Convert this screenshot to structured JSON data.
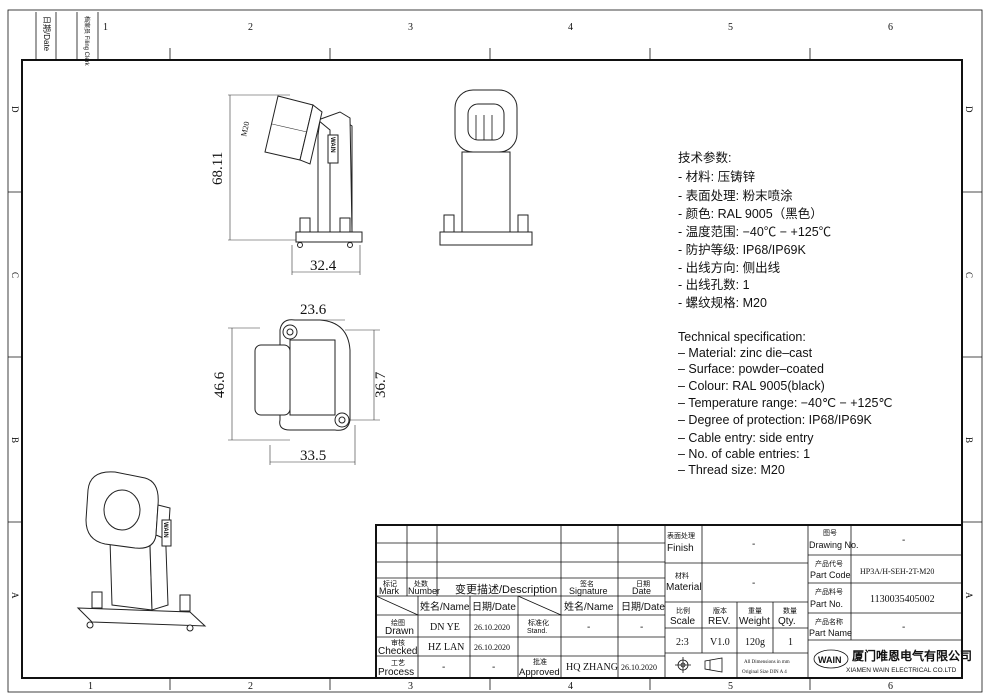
{
  "frame": {
    "columns": [
      "1",
      "2",
      "3",
      "4",
      "5",
      "6"
    ],
    "rows": [
      "D",
      "C",
      "B",
      "A"
    ],
    "corner_box": {
      "date_label": "日期/Date",
      "filing_label": "档案员 Filing Clerk"
    }
  },
  "dimensions": {
    "height": "68.11",
    "base_width": "32.4",
    "top_width": "23.6",
    "plan_height": "46.6",
    "hole_spacing": "36.7",
    "plan_width": "33.5",
    "thread": "M20"
  },
  "brand_mark": "WAIN",
  "spec_cn": {
    "title": "技术参数:",
    "items": [
      "- 材料: 压铸锌",
      "- 表面处理: 粉末喷涂",
      "- 颜色: RAL 9005（黑色）",
      "- 温度范围: −40℃  −  +125℃",
      "- 防护等级: IP68/IP69K",
      "- 出线方向: 侧出线",
      "- 出线孔数: 1",
      "- 螺纹规格: M20"
    ]
  },
  "spec_en": {
    "title": "Technical specification:",
    "items": [
      "–  Material: zinc die–cast",
      "–  Surface: powder–coated",
      "–  Colour: RAL 9005(black)",
      "–  Temperature range: −40℃  −  +125℃",
      "–  Degree of protection: IP68/IP69K",
      "–  Cable entry: side entry",
      "–  No. of cable entries: 1",
      "–  Thread size: M20"
    ]
  },
  "title_block": {
    "revision_header": {
      "mark_cn": "标记",
      "mark": "Mark",
      "number_cn": "处数",
      "number": "Number",
      "description": "变更描述/Description",
      "signature_cn": "签名",
      "signature": "Signature",
      "date_cn": "日期",
      "date": "Date"
    },
    "name_header": "姓名/Name",
    "date_header": "日期/Date",
    "drawn": {
      "label_cn": "绘图",
      "label": "Drawn",
      "name": "DN YE",
      "date": "26.10.2020"
    },
    "checked": {
      "label_cn": "审核",
      "label": "Checked",
      "name": "HZ LAN",
      "date": "26.10.2020"
    },
    "process": {
      "label_cn": "工艺",
      "label": "Process",
      "name": "-",
      "date": "-"
    },
    "stand": {
      "label_cn": "标准化",
      "label": "Stand.",
      "name": "-",
      "date": "-"
    },
    "approved": {
      "label_cn": "批准",
      "label": "Approved",
      "name": "HQ ZHANG",
      "date": "26.10.2020"
    },
    "finish": {
      "label_cn": "表面处理",
      "label": "Finish",
      "value": "-"
    },
    "material": {
      "label_cn": "材料",
      "label": "Material",
      "value": "-"
    },
    "scale": {
      "label_cn": "比例",
      "label": "Scale",
      "value": "2:3"
    },
    "rev": {
      "label_cn": "版本",
      "label": "REV.",
      "value": "V1.0"
    },
    "weight": {
      "label_cn": "重量",
      "label": "Weight",
      "value": "120g"
    },
    "qty": {
      "label_cn": "数量",
      "label": "Qty.",
      "value": "1"
    },
    "units_note_1": "All Dimensions in mm",
    "units_note_2": "Original Size DIN A 4",
    "drawing_no": {
      "label_cn": "图号",
      "label": "Drawing No.",
      "value": "-"
    },
    "part_code": {
      "label_cn": "产品代号",
      "label": "Part Code",
      "value": "HP3A/H-SEH-2T-M20"
    },
    "part_no": {
      "label_cn": "产品料号",
      "label": "Part No.",
      "value": "1130035405002"
    },
    "part_name": {
      "label_cn": "产品名称",
      "label": "Part Name",
      "value": "-"
    },
    "company_cn": "厦门唯恩电气有限公司",
    "company_en": "XIAMEN WAIN ELECTRICAL CO.LTD",
    "logo_text": "WAIN"
  }
}
